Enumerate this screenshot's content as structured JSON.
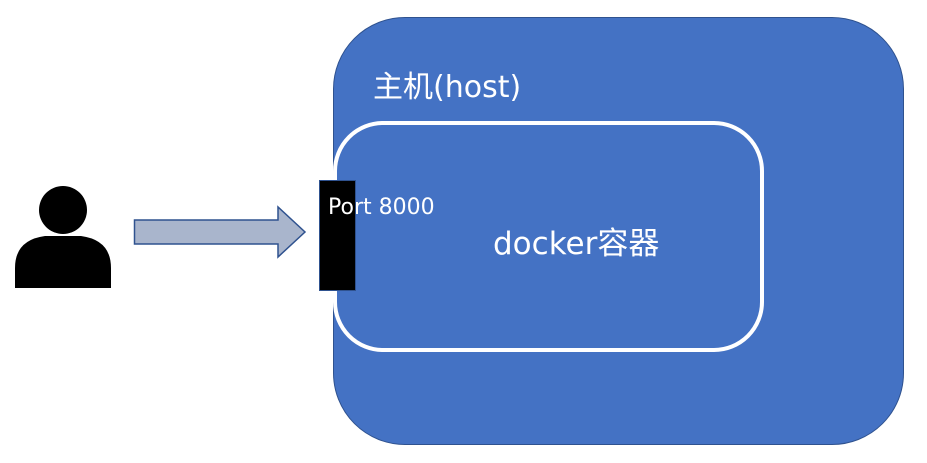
{
  "diagram": {
    "host_label": "主机(host)",
    "container_label": "docker容器",
    "port_label": "Port 8000"
  },
  "colors": {
    "host_fill": "#4472C4",
    "host_border": "#2F528F",
    "container_border": "#FFFFFF",
    "port_fill": "#000000",
    "arrow_fill": "#A9B5CC",
    "arrow_border": "#2F528F",
    "user_icon": "#000000"
  },
  "icons": {
    "user": "person-icon",
    "arrow": "right-arrow-icon"
  }
}
